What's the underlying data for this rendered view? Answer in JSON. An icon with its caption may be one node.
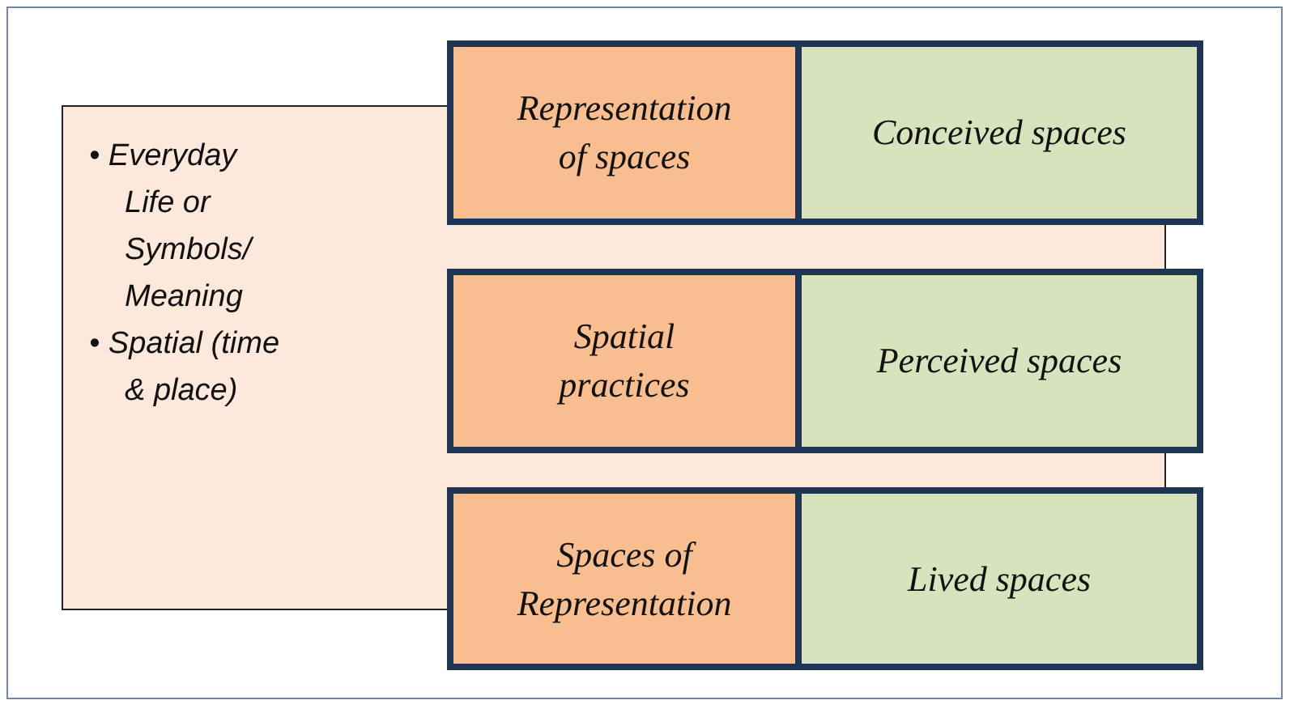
{
  "diagram": {
    "nodes": [
      {
        "text": [
          "• Everyday Life or Symbols/ Meaning",
          "• Spatial (time & place)"
        ]
      },
      {
        "text": [
          "Representation of spaces"
        ]
      },
      {
        "text": [
          "Conceived spaces"
        ]
      },
      {
        "text": [
          "Spatial practices"
        ]
      },
      {
        "text": [
          "Perceived spaces"
        ]
      },
      {
        "text": [
          "Spaces of Representation"
        ]
      },
      {
        "text": [
          "Lived spaces"
        ]
      }
    ]
  }
}
